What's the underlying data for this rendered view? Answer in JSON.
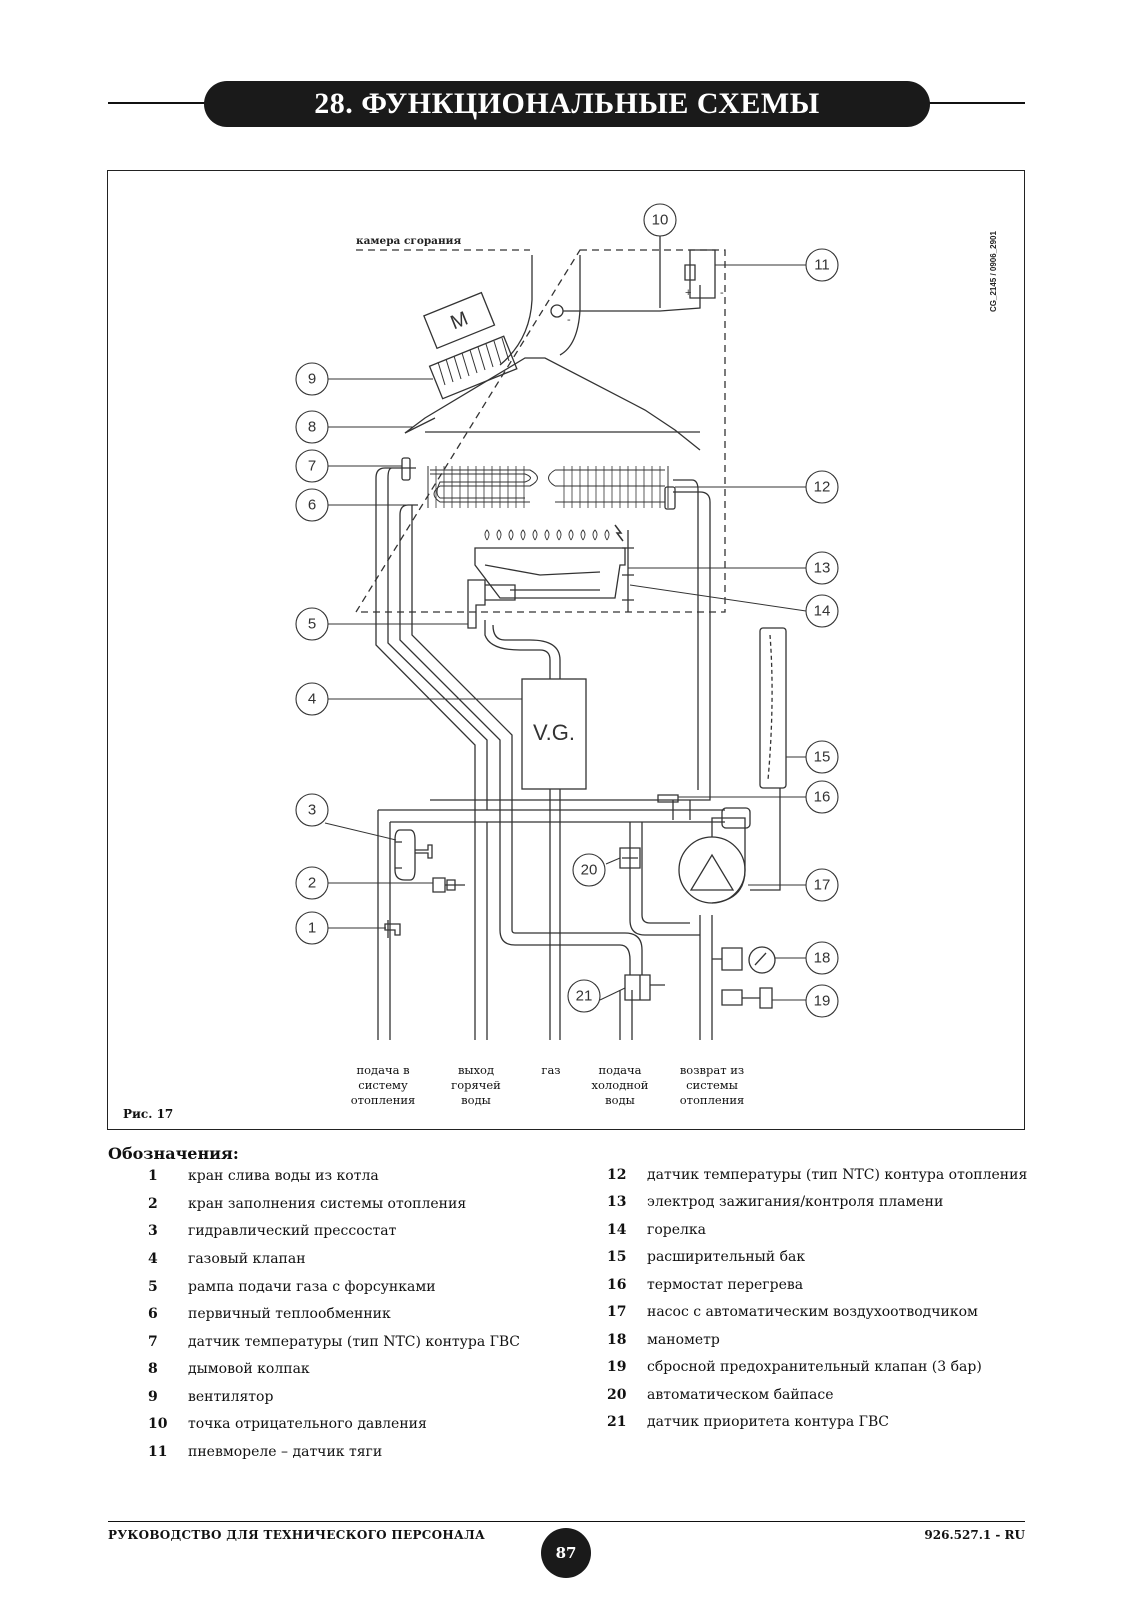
{
  "header": {
    "title": "28. ФУНКЦИОНАЛЬНЫЕ СХЕМЫ"
  },
  "diagram": {
    "chamber_label": "камера сгорания",
    "side_code": "CG_2145 / 0906_2901",
    "fan_motor_label": "M",
    "gas_valve_label": "V.G.",
    "plus_sign": "+",
    "minus_sign": "-",
    "callouts": [
      "1",
      "2",
      "3",
      "4",
      "5",
      "6",
      "7",
      "8",
      "9",
      "10",
      "11",
      "12",
      "13",
      "14",
      "15",
      "16",
      "17",
      "18",
      "19",
      "20",
      "21"
    ],
    "figure_caption": "Рис. 17",
    "connections": [
      [
        "подача в",
        "систему",
        "отопления"
      ],
      [
        "выход",
        "горячей",
        "воды"
      ],
      [
        "газ"
      ],
      [
        "подача",
        "холодной",
        "воды"
      ],
      [
        "возврат из",
        "системы",
        "отопления"
      ]
    ]
  },
  "legend": {
    "title": "Обозначения:",
    "left": [
      {
        "num": "1",
        "text": "кран слива воды из котла"
      },
      {
        "num": "2",
        "text": "кран заполнения системы отопления"
      },
      {
        "num": "3",
        "text": "гидравлический прессостат"
      },
      {
        "num": "4",
        "text": "газовый клапан"
      },
      {
        "num": "5",
        "text": "рампа подачи газа с форсунками"
      },
      {
        "num": "6",
        "text": "первичный теплообменник"
      },
      {
        "num": "7",
        "text": "датчик температуры (тип NTC) контура ГВС"
      },
      {
        "num": "8",
        "text": "дымовой колпак"
      },
      {
        "num": "9",
        "text": "вентилятор"
      },
      {
        "num": "10",
        "text": "точка отрицательного давления"
      },
      {
        "num": "11",
        "text": "пневмореле – датчик тяги"
      }
    ],
    "right": [
      {
        "num": "12",
        "text": "датчик температуры (тип NTC) контура отопления"
      },
      {
        "num": "13",
        "text": "электрод зажигания/контроля пламени"
      },
      {
        "num": "14",
        "text": "горелка"
      },
      {
        "num": "15",
        "text": "расширительный бак"
      },
      {
        "num": "16",
        "text": "термостат перегрева"
      },
      {
        "num": "17",
        "text": "насос с автоматическим воздухоотводчиком"
      },
      {
        "num": "18",
        "text": "манометр"
      },
      {
        "num": "19",
        "text": "сбросной предохранительный клапан (3 бар)"
      },
      {
        "num": "20",
        "text": "автоматическом байпасе"
      },
      {
        "num": "21",
        "text": "датчик приоритета контура ГВС"
      }
    ]
  },
  "footer": {
    "left": "РУКОВОДСТВО ДЛЯ ТЕХНИЧЕСКОГО ПЕРСОНАЛА",
    "page": "87",
    "right": "926.527.1 - RU"
  }
}
